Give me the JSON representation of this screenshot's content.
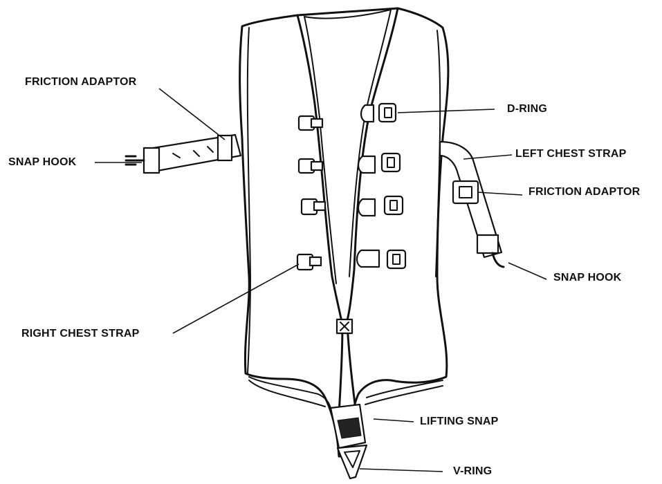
{
  "labels": {
    "friction_adaptor_right": "FRICTION ADAPTOR",
    "snap_hook_right": "SNAP HOOK",
    "right_chest_strap": "RIGHT CHEST STRAP",
    "d_ring": "D-RING",
    "left_chest_strap": "LEFT CHEST STRAP",
    "friction_adaptor_left": "FRICTION ADAPTOR",
    "snap_hook_left": "SNAP HOOK",
    "lifting_snap": "LIFTING SNAP",
    "v_ring": "V-RING"
  }
}
